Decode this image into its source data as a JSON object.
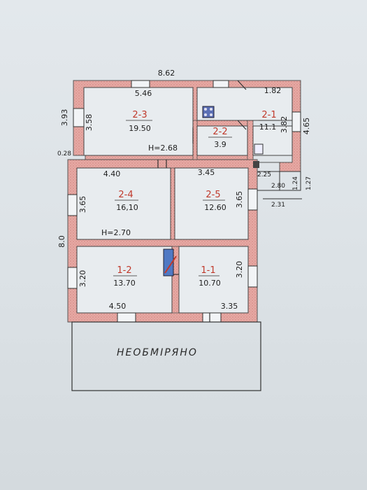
{
  "plan": {
    "overall": {
      "width": "8.62",
      "height": "8.0",
      "left_offset": "0.28"
    },
    "rooms": [
      {
        "id": "2-3",
        "area": "19.50",
        "w": "5.46",
        "h": "3.58",
        "left_h": "3.93"
      },
      {
        "id": "2-2",
        "area": "3.9"
      },
      {
        "id": "2-1",
        "area": "11.1",
        "w": "1.82",
        "h": "3.82",
        "right_h": "4.65"
      },
      {
        "id": "2-4",
        "area": "16,10",
        "w": "4.40",
        "h": "3.65"
      },
      {
        "id": "2-5",
        "area": "12.60",
        "w": "3.45",
        "h": "3.65"
      },
      {
        "id": "1-2",
        "area": "13.70",
        "w": "4.50",
        "h": "3.20"
      },
      {
        "id": "1-1",
        "area": "10.70",
        "w": "3.35",
        "h": "3.20"
      }
    ],
    "heights": {
      "upper": "H=2.68",
      "lower": "H=2.70"
    },
    "porch": {
      "a": "2.25",
      "b": "2.80",
      "c": "2.31",
      "d": "1.27",
      "e": "1.24"
    },
    "unmeasured_label": "НЕОБМІРЯНО"
  }
}
